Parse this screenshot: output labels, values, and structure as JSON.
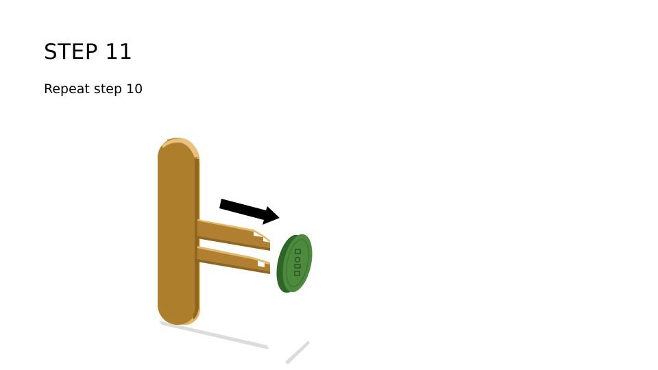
{
  "slide": {
    "title": "STEP 11",
    "instruction": "Repeat step 10"
  },
  "illustration": {
    "parts": [
      "handle",
      "prongs",
      "disc",
      "direction-arrow"
    ],
    "colors": {
      "handle_front": "#ad7e2c",
      "handle_side": "#e0b35e",
      "disc_front": "#4d8a3e",
      "disc_rim": "#2e6628",
      "arrow": "#000000",
      "shadow": "#d9d9d9"
    }
  }
}
